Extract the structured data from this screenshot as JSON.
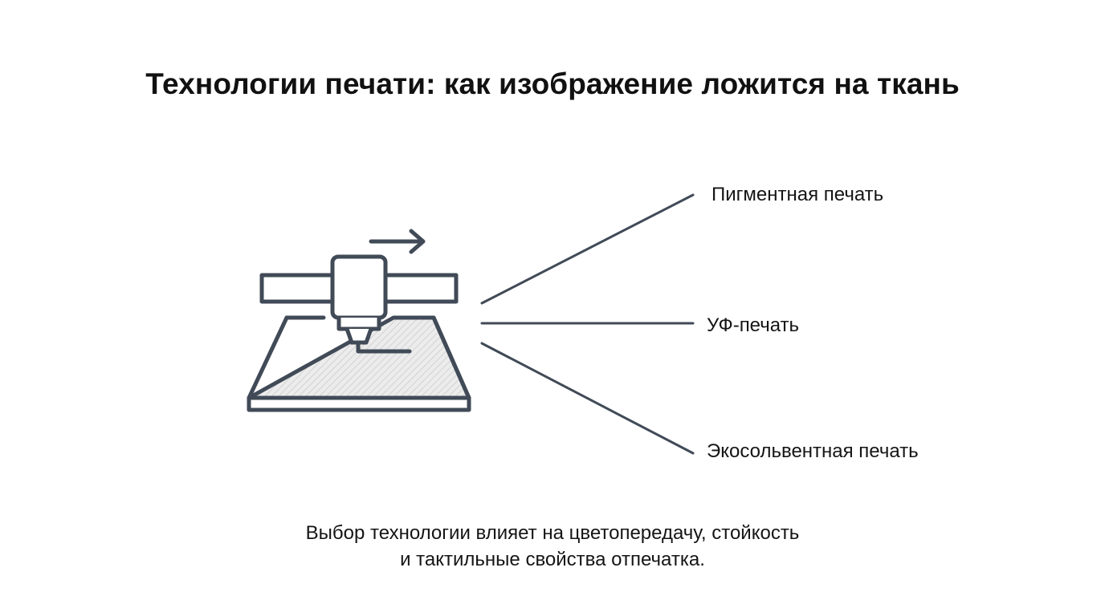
{
  "title": "Технологии печати: как изображение ложится на ткань",
  "icons": {
    "printer": "printer-icon",
    "direction_arrow": "arrow-right-icon"
  },
  "technologies": [
    {
      "label": "Пигментная печать"
    },
    {
      "label": "УФ-печать"
    },
    {
      "label": "Экосольвентная печать"
    }
  ],
  "caption": {
    "line1": "Выбор технологии влияет на цветопередачу, стойкость",
    "line2": "и тактильные свойства отпечатка."
  },
  "colors": {
    "stroke": "#414a57",
    "text": "#111111",
    "background": "#ffffff"
  }
}
